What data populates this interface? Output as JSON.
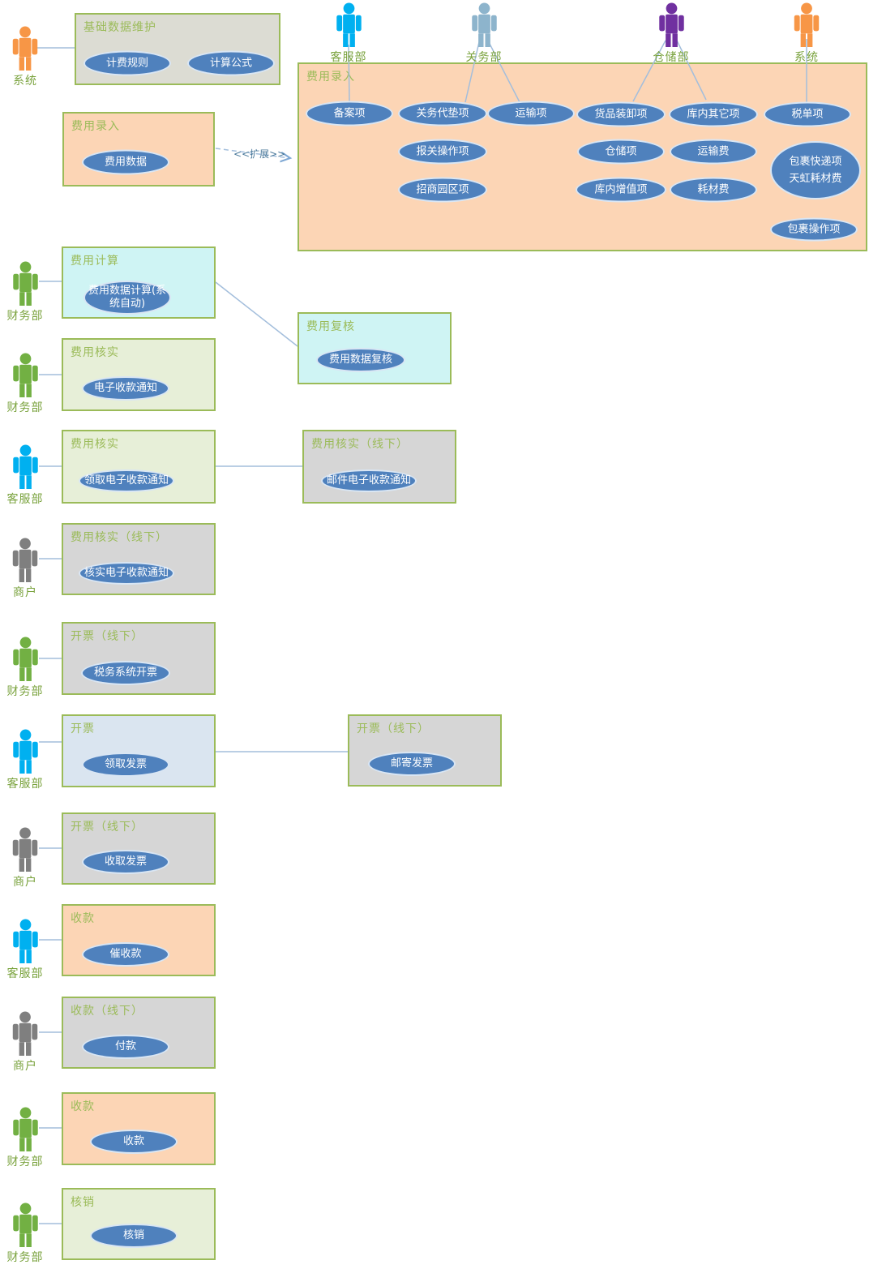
{
  "extend_label": "<<扩展>>",
  "colors": {
    "usecase_fill": "#4F81BD",
    "package_border": "#9BBB59",
    "title_green": "#9BBB59",
    "label_green": "#79A23C",
    "peach": "#FCD5B5",
    "cyan": "#CFF4F4",
    "pale_green": "#E7EFD8",
    "pale_blue": "#DAE5F0",
    "gray": "#D6D6D6",
    "connector": "#A3BEDC"
  },
  "actors": {
    "top": [
      {
        "name": "客服部",
        "color": "#00B0F0"
      },
      {
        "name": "关务部",
        "color": "#8DB4CC"
      },
      {
        "name": "仓储部",
        "color": "#7030A0"
      },
      {
        "name": "系统",
        "color": "#F79646"
      }
    ],
    "left": [
      {
        "name": "系统",
        "color": "#F79646"
      },
      {
        "name": "财务部",
        "color": "#72B043"
      },
      {
        "name": "财务部",
        "color": "#72B043"
      },
      {
        "name": "客服部",
        "color": "#00B0F0"
      },
      {
        "name": "商户",
        "color": "#7F7F7F"
      },
      {
        "name": "财务部",
        "color": "#72B043"
      },
      {
        "name": "客服部",
        "color": "#00B0F0"
      },
      {
        "name": "商户",
        "color": "#7F7F7F"
      },
      {
        "name": "客服部",
        "color": "#00B0F0"
      },
      {
        "name": "商户",
        "color": "#7F7F7F"
      },
      {
        "name": "财务部",
        "color": "#72B043"
      },
      {
        "name": "财务部",
        "color": "#72B043"
      }
    ]
  },
  "packages": {
    "base_data": {
      "title": "基础数据维护",
      "usecases": [
        "计费规则",
        "计算公式"
      ]
    },
    "fee_entry_small": {
      "title": "费用录入",
      "usecases": [
        "费用数据"
      ]
    },
    "fee_entry_main": {
      "title": "费用录入",
      "usecases": [
        "备案项",
        "关务代垫项",
        "运输项",
        "货品装卸项",
        "库内其它项",
        "税单项",
        "报关操作项",
        "仓储项",
        "运输费",
        "招商园区项",
        "库内增值项",
        "耗材费",
        "包裹快递项天虹耗材费",
        "包裹操作项"
      ]
    },
    "fee_review": {
      "title": "费用复核",
      "usecases": [
        "费用数据复核"
      ]
    },
    "fee_verify_offline": {
      "title": "费用核实（线下）",
      "usecases": [
        "邮件电子收款通知"
      ]
    },
    "invoice_offline": {
      "title": "开票（线下）",
      "usecases": [
        "邮寄发票"
      ]
    }
  },
  "rows": [
    {
      "title": "费用计算",
      "usecase": "费用数据计算(系统自动)"
    },
    {
      "title": "费用核实",
      "usecase": "电子收款通知"
    },
    {
      "title": "费用核实",
      "usecase": "领取电子收款通知"
    },
    {
      "title": "费用核实（线下）",
      "usecase": "核实电子收款通知"
    },
    {
      "title": "开票（线下）",
      "usecase": "税务系统开票"
    },
    {
      "title": "开票",
      "usecase": "领取发票"
    },
    {
      "title": "开票（线下）",
      "usecase": "收取发票"
    },
    {
      "title": "收款",
      "usecase": "催收款"
    },
    {
      "title": "收款（线下）",
      "usecase": "付款"
    },
    {
      "title": "收款",
      "usecase": "收款"
    },
    {
      "title": "核销",
      "usecase": "核销"
    }
  ]
}
